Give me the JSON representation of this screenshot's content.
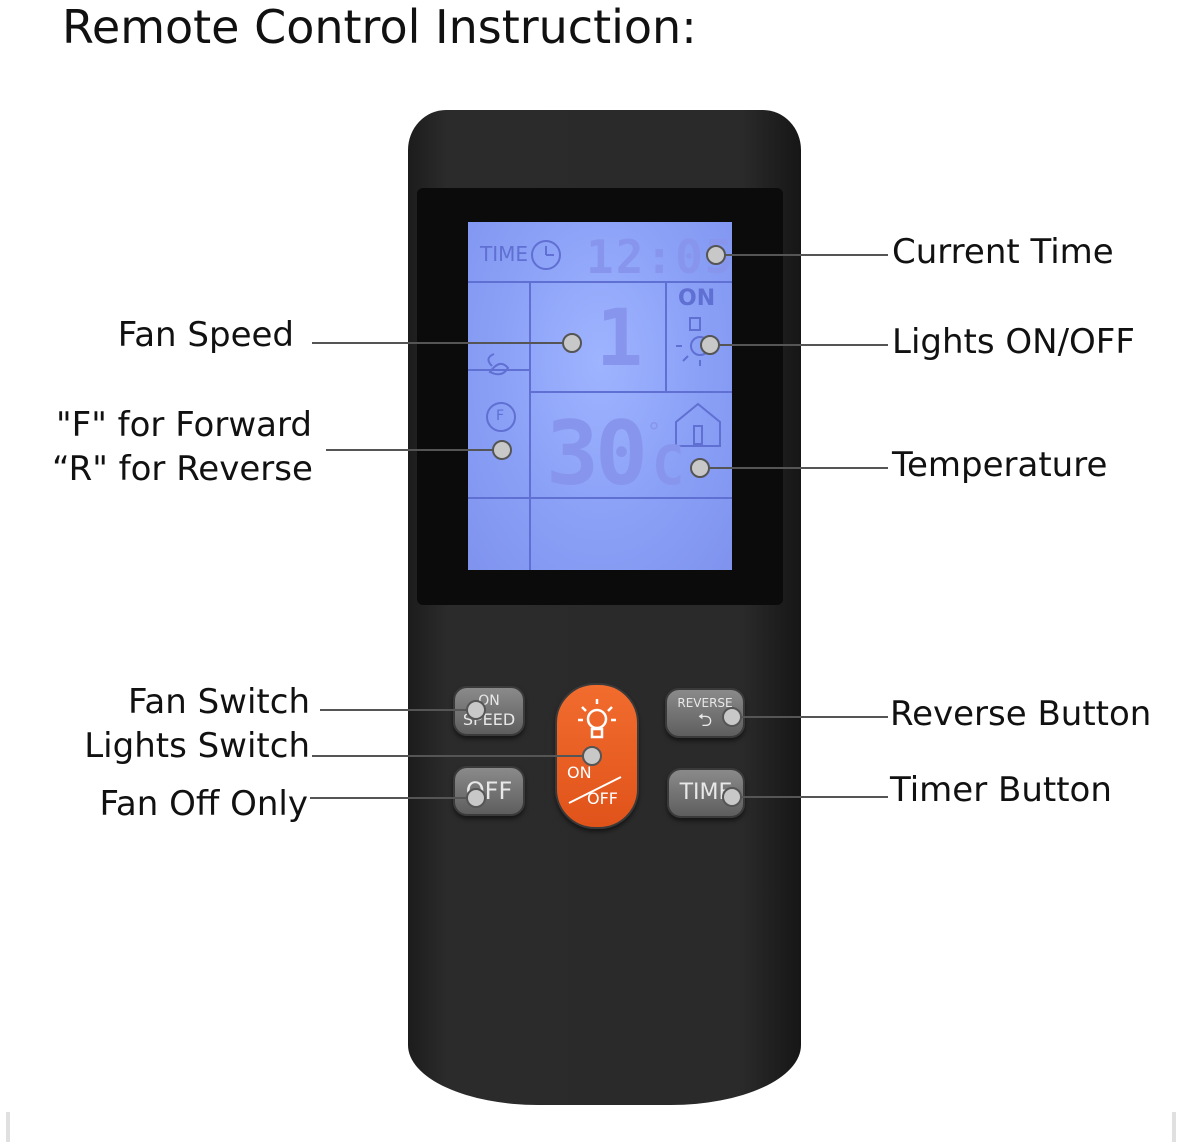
{
  "title": "Remote Control Instruction:",
  "labels": {
    "current_time": "Current Time",
    "fan_speed": "Fan Speed",
    "lights_on_off": "Lights ON/OFF",
    "forward_line1": "\"F\" for Forward",
    "reverse_line2": "“R\" for Reverse",
    "temperature": "Temperature",
    "fan_switch": "Fan Switch",
    "lights_switch": "Lights Switch",
    "fan_off_only": "Fan Off Only",
    "reverse_button": "Reverse Button",
    "timer_button": "Timer Button"
  },
  "lcd": {
    "time_label": "TIME",
    "time_value": "12:05",
    "on_label": "ON",
    "speed_value": "1",
    "direction_letter": "F",
    "temperature_value": "30",
    "degree": "°",
    "unit": "C"
  },
  "buttons": {
    "fan_switch_top": "ON",
    "fan_switch_bottom": "SPEED",
    "off": "OFF",
    "reverse": "REVERSE",
    "reverse_arrow": "⮌",
    "timer": "TIME",
    "onoff_top": "ON",
    "onoff_bottom": "OFF"
  },
  "colors": {
    "lcd_backlight": "#8aa0f6",
    "onoff_button": "#e85a22",
    "remote_body": "#2a2a2a"
  }
}
